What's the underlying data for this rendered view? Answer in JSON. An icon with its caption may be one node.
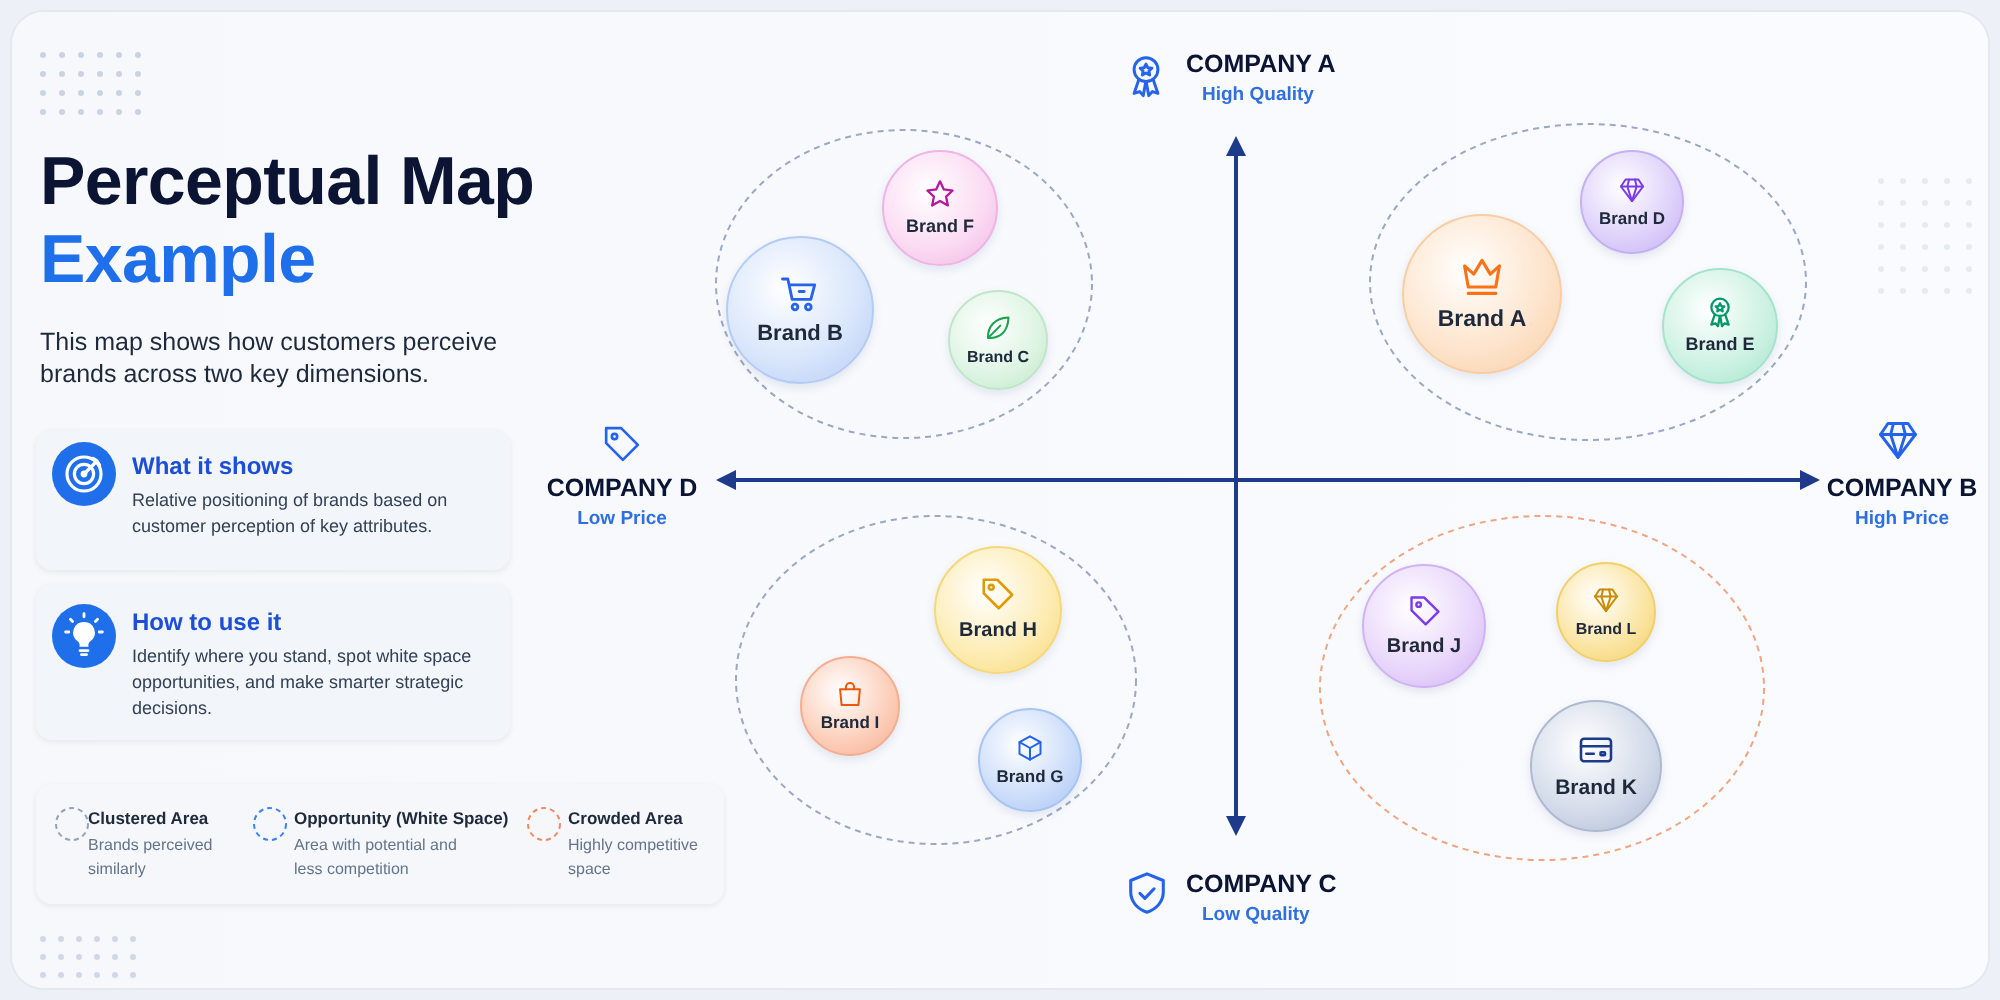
{
  "diagram": {
    "title": "Perceptual Map Example",
    "nodes": [
      {
        "text": [
          "What it shows",
          "Relative positioning of brands based on customer perception of key attributes."
        ]
      },
      {
        "text": [
          "How to use it",
          "Identify where you stand, spot white space opportunities, and make smarter strategic decisions."
        ]
      },
      {
        "text": [],
        "shape": "ellipse"
      },
      {
        "text": [
          "Brand F"
        ],
        "in": 2
      },
      {
        "text": [
          "Brand B"
        ],
        "in": 2
      },
      {
        "text": [
          "Brand C"
        ],
        "in": 2
      },
      {
        "text": [],
        "shape": "ellipse"
      },
      {
        "text": [
          "Brand D"
        ],
        "in": 6
      },
      {
        "text": [
          "Brand A"
        ],
        "in": 6
      },
      {
        "text": [
          "Brand E"
        ],
        "in": 6
      },
      {
        "text": [],
        "shape": "ellipse"
      },
      {
        "text": [
          "Brand H"
        ],
        "in": 10
      },
      {
        "text": [
          "Brand I"
        ],
        "in": 10
      },
      {
        "text": [
          "Brand G"
        ],
        "in": 10
      },
      {
        "text": [],
        "shape": "ellipse"
      },
      {
        "text": [
          "Brand J"
        ],
        "in": 14
      },
      {
        "text": [
          "Brand L"
        ],
        "in": 14
      },
      {
        "text": [
          "Brand K"
        ],
        "in": 14
      }
    ],
    "labels": [
      "This map shows how customers perceive brands across two key dimensions.",
      "COMPANY A",
      "High Quality",
      "COMPANY D",
      "Low Price",
      "COMPANY B",
      "High Price",
      "COMPANY C",
      "Low Quality",
      "Brands perceived similarly",
      "Area with potential and less competition",
      "Highly competitive space"
    ],
    "legend": [
      {
        "text": "Clustered Area"
      },
      {
        "text": "Opportunity (White Space)"
      },
      {
        "text": "Crowded Area"
      }
    ]
  }
}
